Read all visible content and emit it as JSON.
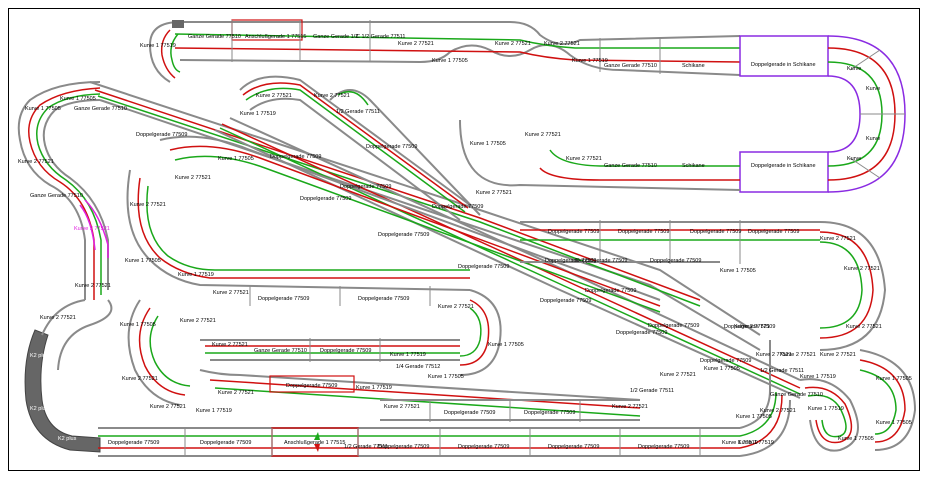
{
  "colors": {
    "rail": "#8a8a8a",
    "lane_green": "#1aa81a",
    "lane_red": "#d01010",
    "chicane": "#8a2be2",
    "special_curve": "#e020e0",
    "border": "#000000"
  },
  "labels": {
    "top_kurve1": "Kurve 1 77519",
    "top_ganze": "Ganze Gerade 77510",
    "top_anschluss": "Anschlußgerade 1 77515",
    "top_ganze2": "Ganze Gerade 1/2",
    "top_c12": "C 1/2 Gerade 77511",
    "top_kurve2": "Kurve 2 77521",
    "top_k77505": "Kurve 1 77505",
    "top_k2b": "Kurve 2 77521",
    "top_k2c": "Kurve 2 77521",
    "top_kurve1b": "Kurve 1 77519",
    "top_ganze3": "Ganze Gerade 77510",
    "schikane_top": "Schikane",
    "doppel_schikane_top": "Doppelgerade in Schikane",
    "kurve_ch1": "Kurve",
    "kurve_ch2": "Kurve",
    "kurve_ch3": "Kurve",
    "kurve_ch4": "Kurve",
    "schikane_bot": "Schikane",
    "doppel_schikane_bot": "Doppelgerade in Schikane",
    "ganze_mid_r": "Ganze Gerade 77510",
    "k2_mid_r1": "Kurve 2 77521",
    "k2_mid_r2": "Kurve 2 77521",
    "k1_mid_r": "Kurve 1 77505",
    "k2_mid_r3": "Kurve 2 77521",
    "left_kurve1": "Kurve 1 77505",
    "left_kurve1b": "Kurve 1 77505",
    "left_ganze": "Ganze Gerade 77510",
    "left_kurve2": "Kurve 2 77521",
    "left_kurve2_mag": "Kurve 2 77521",
    "left_kurve2b": "Kurve 2 77521",
    "left_ganze2": "Ganze Gerade 77510",
    "left_kurve2c": "Kurve 2 77521",
    "k2_plus1": "K2 plus",
    "k2_plus2": "K2 plus",
    "k2_plus3": "K2 plus",
    "diag_dg1": "Doppelgerade 77509",
    "diag_dg2": "Doppelgerade 77509",
    "diag_dg3": "Doppelgerade 77509",
    "diag_dg4": "Doppelgerade 77509",
    "diag_dg5": "Doppelgerade 77509",
    "diag_dg6": "Doppelgerade 77509",
    "diag_dg7": "Doppelgerade 77509",
    "diag_dg8": "Doppelgerade 77509",
    "diag_dg9": "Doppelgerade 77509",
    "diag_dg10": "Doppelgerade 77509",
    "diag_dg11": "Doppelgerade 77509",
    "diag_dg12": "Doppelgerade 77509",
    "diag_k2a": "Kurve 2 77521",
    "diag_k2b": "Kurve 2 77521",
    "diag_k2c": "Kurve 2 77521",
    "diag_k2d": "Kurve 2 77521",
    "diag_k1a": "Kurve 1 77505",
    "diag_k1b": "Kurve 1 77519",
    "diag_half": "1/2 Gerade 77511",
    "mid_dg1": "Doppelgerade 77509",
    "mid_dg2": "Doppelgerade 77509",
    "mid_dg3": "Doppelgerade 77509",
    "mid_dg4": "Doppelgerade 77509",
    "mid_dg5": "Doppelgerade 77509",
    "mid_dg6": "Doppelgerade 77509",
    "mid_k1": "Kurve 1 77505",
    "mid_k2": "Kurve 2 77521",
    "mid_k3": "Kurve 2 77521",
    "mid_k4": "Kurve 1 77519",
    "mid_k5": "Kurve 1 77505",
    "mid_k6": "Kurve 2 77521",
    "mid_ganze": "Ganze Gerade 77510",
    "mid_k1_519": "Kurve 1 77519",
    "mid_quarter": "1/4 Gerade 77512",
    "mid_k1_505": "Kurve 1 77505",
    "low_k2a": "Kurve 2 77521",
    "low_k2b": "Kurve 2 77521",
    "low_k1": "Kurve 1 77519",
    "low_k2c": "Kurve 2 77521",
    "low_k2d": "Kurve 2 77521",
    "low_dg1": "Doppelgerade 77509",
    "low_k1b": "Kurve 1 77519",
    "low_k2e": "Kurve 2 77521",
    "low_dg2": "Doppelgerade 77509",
    "low_dg3": "Doppelgerade 77509",
    "low_k2f": "Kurve 2 77521",
    "low_half": "1/2 Gerade 77511",
    "low_k2g": "Kurve 2 77521",
    "bot_dg1": "Doppelgerade 77509",
    "bot_dg2": "Doppelgerade 77509",
    "bot_dg3": "Doppelgerade 77509",
    "bot_dg4": "Doppelgerade 77509",
    "bot_dg5": "Doppelgerade 77509",
    "bot_dg6": "Doppelgerade 77509",
    "bot_anschluss": "Anschlußgerade 1 77515",
    "bot_half": "1/2 Gerade 77511",
    "bot_k1": "Kurve 1 77519",
    "r_k1a": "Kurve 1 77505",
    "r_k1b": "Kurve 1 77505",
    "r_k1c": "Kurve 1 77519",
    "r_k1d": "Kurve 1 77505",
    "r_k1e": "Kurve 1 77505",
    "r_k1f": "Kurve 1 77519",
    "r_k2a": "Kurve 2 77521",
    "r_k2b": "Kurve 2 77521",
    "r_k2c": "Kurve 2 77521",
    "r_k2d": "Kurve 2 77521",
    "r_ganze": "Ganze Gerade 77510",
    "r_half": "1/2 Gerade 77511",
    "r_k2e": "Kurve 2 77521",
    "r_k2f": "Kurve 2 77521",
    "r_k2g": "Kurve 2 77521",
    "r_k2h": "Kurve 2 77521",
    "r_k1g": "Kurve 1 77505"
  }
}
